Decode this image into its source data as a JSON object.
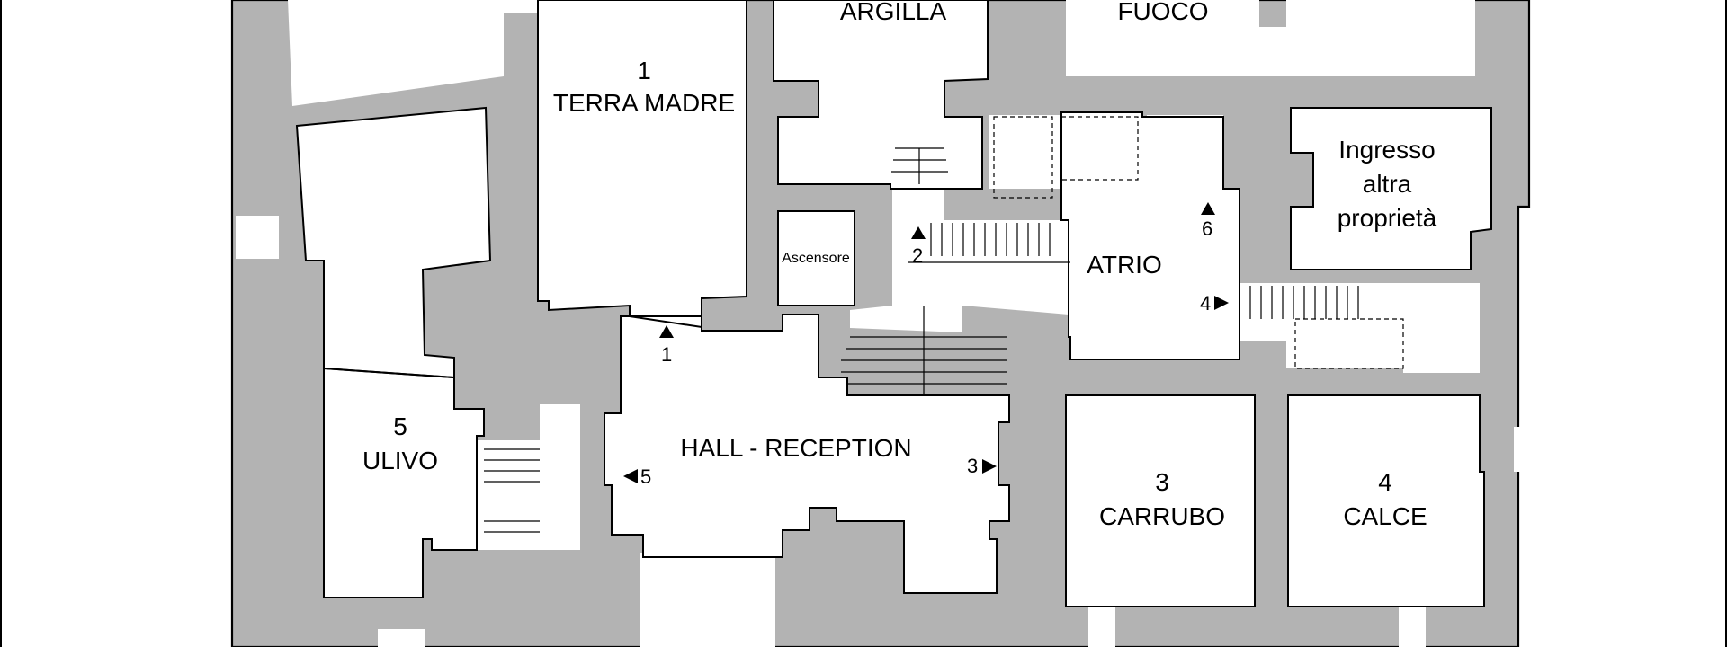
{
  "colors": {
    "wall": "#b3b3b3",
    "outline": "#000000",
    "background": "#ffffff"
  },
  "rooms": {
    "argilla": {
      "name": "ARGILLA"
    },
    "fuoco": {
      "name": "FUOCO"
    },
    "terra_madre": {
      "number": "1",
      "name": "TERRA MADRE"
    },
    "ingresso": {
      "line1": "Ingresso",
      "line2": "altra",
      "line3": "proprietà"
    },
    "ascensore": {
      "name": "Ascensore"
    },
    "atrio": {
      "name": "ATRIO"
    },
    "hall": {
      "name": "HALL - RECEPTION"
    },
    "ulivo": {
      "number": "5",
      "name": "ULIVO"
    },
    "carrubo": {
      "number": "3",
      "name": "CARRUBO"
    },
    "calce": {
      "number": "4",
      "name": "CALCE"
    }
  },
  "markers": [
    {
      "id": "1",
      "direction": "up"
    },
    {
      "id": "2",
      "direction": "up"
    },
    {
      "id": "3",
      "direction": "right"
    },
    {
      "id": "4",
      "direction": "right"
    },
    {
      "id": "5",
      "direction": "left"
    },
    {
      "id": "6",
      "direction": "up"
    }
  ]
}
